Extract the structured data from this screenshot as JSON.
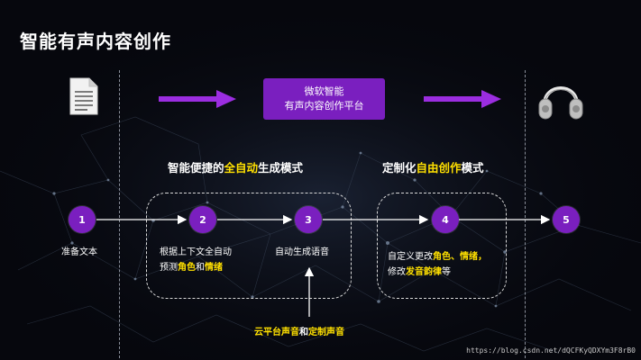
{
  "title": "智能有声内容创作",
  "platform": {
    "line1": "微软智能",
    "line2": "有声内容创作平台"
  },
  "sections": {
    "auto": {
      "prefix": "智能便捷的",
      "highlight": "全自动",
      "suffix": "生成模式"
    },
    "custom": {
      "prefix": "定制化",
      "highlight": "自由创作",
      "suffix": "模式"
    }
  },
  "steps": [
    "1",
    "2",
    "3",
    "4",
    "5"
  ],
  "labels": {
    "step1": "准备文本",
    "step2": {
      "line1": "根据上下文全自动",
      "line2_prefix": "预测",
      "line2_h1": "角色",
      "line2_mid": "和",
      "line2_h2": "情绪"
    },
    "step3": "自动生成语音",
    "step4": {
      "line1_prefix": "自定义更改",
      "line1_h1": "角色",
      "line1_mid": "、",
      "line1_h2": "情绪",
      "line1_suffix": "，",
      "line2_prefix": "修改",
      "line2_h1": "发音韵律",
      "line2_suffix": "等"
    }
  },
  "bottom_label": {
    "h1": "云平台声音",
    "mid": "和",
    "h2": "定制声音"
  },
  "watermark": "https://blog.csdn.net/dQCFKyQDXYm3F8rB0",
  "icons": {
    "input": "document-icon",
    "output": "headphones-icon"
  },
  "colors": {
    "accent": "#7a1fbf",
    "highlight": "#ffe000",
    "arrow": "#9b2de0"
  }
}
